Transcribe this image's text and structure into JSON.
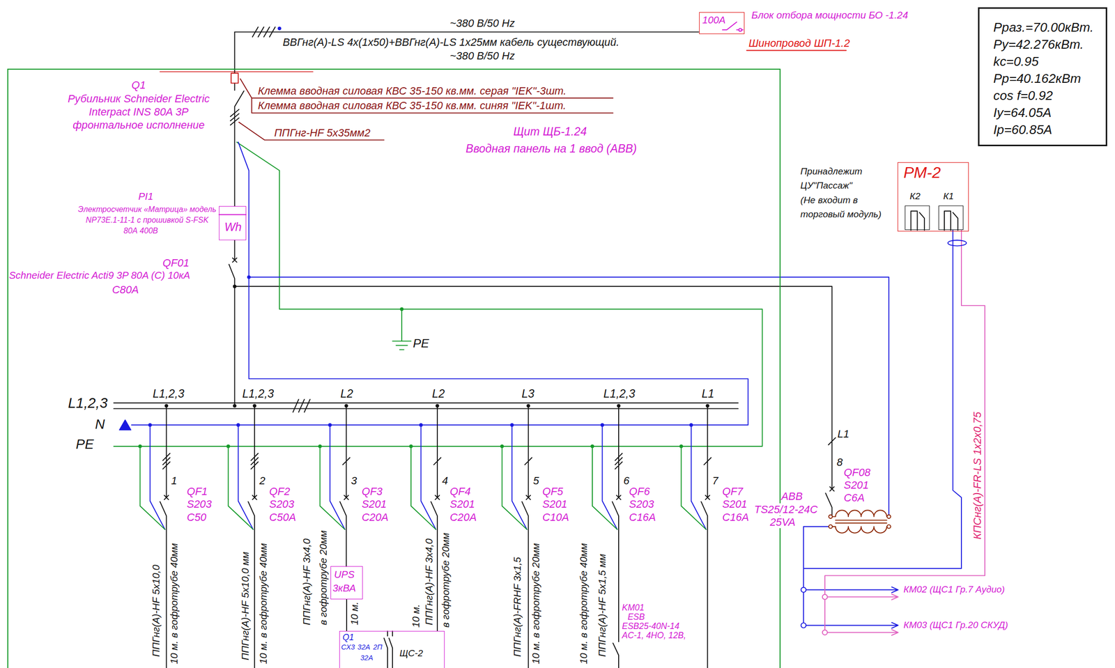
{
  "diagram": {
    "nodes": [
      {
        "text": [
          "100А",
          "Блок отбора мощности БО -1.24"
        ]
      },
      {
        "text": [
          "Рраз.=70.00кВт.",
          "Ру=42.276кВт.",
          "kc=0.95",
          "Рр=40.162кВт",
          "cos f=0.92",
          "Iу=64.05А",
          "Iр=60.85А"
        ]
      },
      {
        "text": [
          "Щит ЩБ-1.24",
          "Вводная панель на 1 ввод (АВВ)"
        ]
      },
      {
        "text": [
          "Wh"
        ],
        "in": 2
      },
      {
        "text": [
          "РМ-2"
        ]
      },
      {
        "text": [
          "К2"
        ],
        "in": 4
      },
      {
        "text": [
          "К1"
        ],
        "in": 4
      },
      {
        "text": [
          "UPS",
          "3кВА"
        ],
        "in": 2
      },
      {
        "text": [
          "Q1",
          "СХ3",
          "32А",
          "2П",
          "32А",
          "ЩС-2"
        ],
        "in": 2
      }
    ],
    "edges": [
      {
        "from": 0,
        "to": 2,
        "arrow": "none"
      },
      {
        "from": 7,
        "to": 8,
        "arrow": "none"
      }
    ],
    "labels": [
      "~380 В/50 Hz",
      "ВВГнг(А)-LS 4х(1х50)+ВВГнг(А)-LS 1х25мм кабель существующий.",
      "~380 В/50 Hz",
      "Шинопровод ШП-1.2",
      "Q1",
      "Рубильник Schneider Electric",
      "Interpact INS 80A 3P",
      "фронтальное исполнение",
      "Клемма вводная силовая КВС 35-150 кв.мм. серая \"IEK\"-3шт.",
      "Клемма вводная силовая КВС 35-150 кв.мм. синяя \"IEK\"-1шт.",
      "ППГнг-HF 5х35мм2",
      "PI1",
      "Электросчетчик «Матрица» модель",
      "NP73E.1-11-1 с прошивкой S-FSK",
      "80А 400В",
      "QF01",
      "Schneider Electric Acti9 3P 80A (C) 10кА",
      "C80A",
      "PE",
      "Принадлежит",
      "ЦУ\"Пассаж\"",
      "(Не входит в",
      "торговый модуль)",
      "КПСнг(А)-FR-LS 1х2х0,75",
      "L1,2,3",
      "N",
      "PE",
      "L1,2,3",
      "L1,2,3",
      "L2",
      "L2",
      "L3",
      "L1,2,3",
      "L1",
      "1",
      "QF1",
      "S203",
      "C50",
      "2",
      "QF2",
      "S203",
      "C50A",
      "3",
      "QF3",
      "S201",
      "C20A",
      "4",
      "QF4",
      "S201",
      "C20A",
      "5",
      "QF5",
      "S201",
      "C10A",
      "6",
      "QF6",
      "S203",
      "C16A",
      "7",
      "QF7",
      "S201",
      "C16A",
      "L1",
      "8",
      "QF08",
      "S201",
      "C6A",
      "ABB",
      "TS25/12-24C",
      "25VA",
      "ППГнг(А)-HF 5х10,0",
      "10 м. в гофротрубе 40мм",
      "ППГнг(А)-HF 5х10,0 мм",
      "10 м. в гофротрубе 40мм",
      "ППГнг(А)-HF 3х4,0",
      "в гофротрубе 20мм",
      "10 м.",
      "10 м.",
      "ППГнг(А)-HF 3х4,0",
      "в гофротрубе 20мм",
      "ППГнг(А)-FRHF 3х1,5",
      "10 м. в гофротрубе 20мм",
      "10 м. в гофротрубе 40мм",
      "ППГнг(А)-HF 5х1,5 мм",
      "KM01",
      "ESB",
      "ESB25-40N-14",
      "AC-1, 4НО, 12В,",
      "КМ02 (ЩС1 Гр.7 Аудио)",
      "КМ03 (ЩС1 Гр.20 СКУД)"
    ]
  }
}
